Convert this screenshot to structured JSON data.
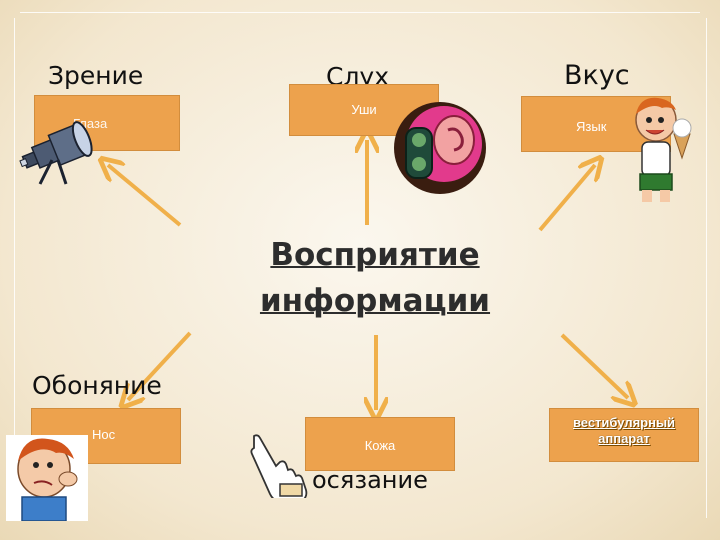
{
  "center": {
    "line1": "Восприятие",
    "line2": "информации"
  },
  "senses": {
    "vision": {
      "title": "Зрение",
      "organ": "Глаза"
    },
    "hearing": {
      "title": "Слух",
      "organ": "Уши"
    },
    "taste": {
      "title": "Вкус",
      "organ": "Язык"
    },
    "smell": {
      "title": "Обоняние",
      "organ": "Нос"
    },
    "touch": {
      "title": "осязание",
      "organ": "Кожа"
    },
    "balance": {
      "organ": "вестибулярный аппарат"
    }
  },
  "colors": {
    "box": "#eda24d",
    "arrow": "#f0b04a",
    "text": "#111111"
  },
  "icons": [
    "telescope-icon",
    "ear-phone-icon",
    "boy-ice-cream-icon",
    "boy-smelling-icon",
    "pointing-hand-icon"
  ]
}
